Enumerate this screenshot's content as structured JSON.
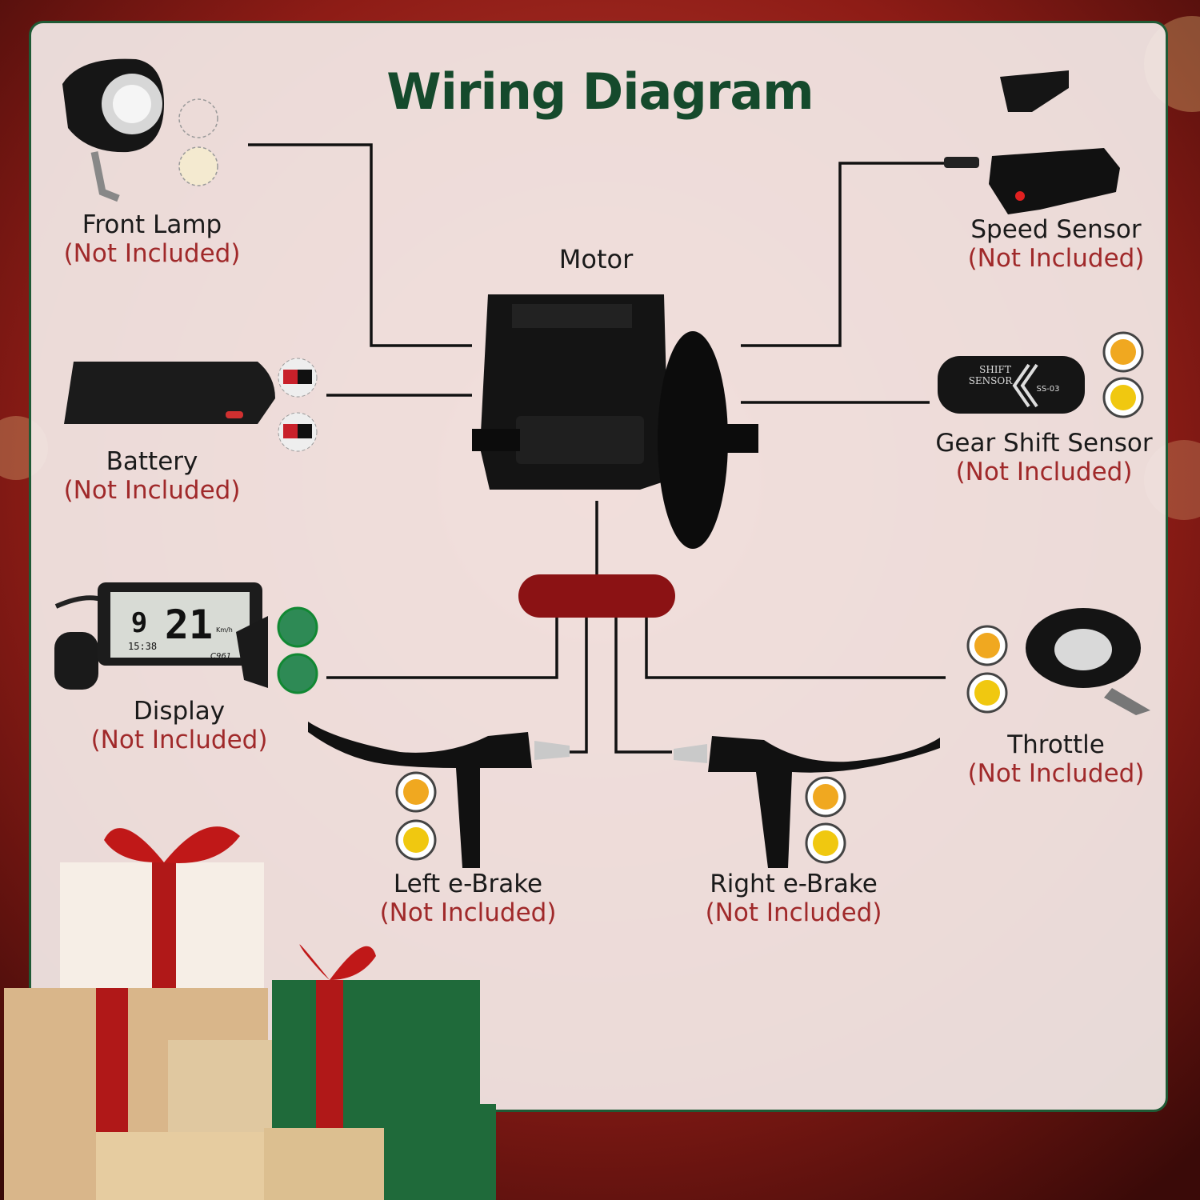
{
  "title": "Wiring Diagram",
  "center": {
    "label": "Motor"
  },
  "components": {
    "front_lamp": {
      "name": "Front Lamp",
      "status": "(Not Included)"
    },
    "battery": {
      "name": "Battery",
      "status": "(Not Included)"
    },
    "display": {
      "name": "Display",
      "status": "(Not Included)",
      "model": "C961",
      "speed_readout": "21",
      "assist_level": "9",
      "clock": "15:38",
      "unit": "Km/h"
    },
    "speed_sensor": {
      "name": "Speed Sensor",
      "status": "(Not Included)"
    },
    "gear_shift_sensor": {
      "name": "Gear Shift Sensor",
      "status": "(Not Included)",
      "device_text_line1": "SHIFT",
      "device_text_line2": "SENSOR",
      "device_model": "SS-03"
    },
    "throttle": {
      "name": "Throttle",
      "status": "(Not Included)"
    },
    "left_ebrake": {
      "name": "Left e-Brake",
      "status": "(Not Included)"
    },
    "right_ebrake": {
      "name": "Right e-Brake",
      "status": "(Not Included)"
    }
  },
  "colors": {
    "title": "#154a2c",
    "frame": "#1f5a35",
    "not_included": "#a0292a",
    "hub": "#8b1214",
    "connector_yellow": "#f0a820",
    "connector_green": "#2e8a55"
  }
}
